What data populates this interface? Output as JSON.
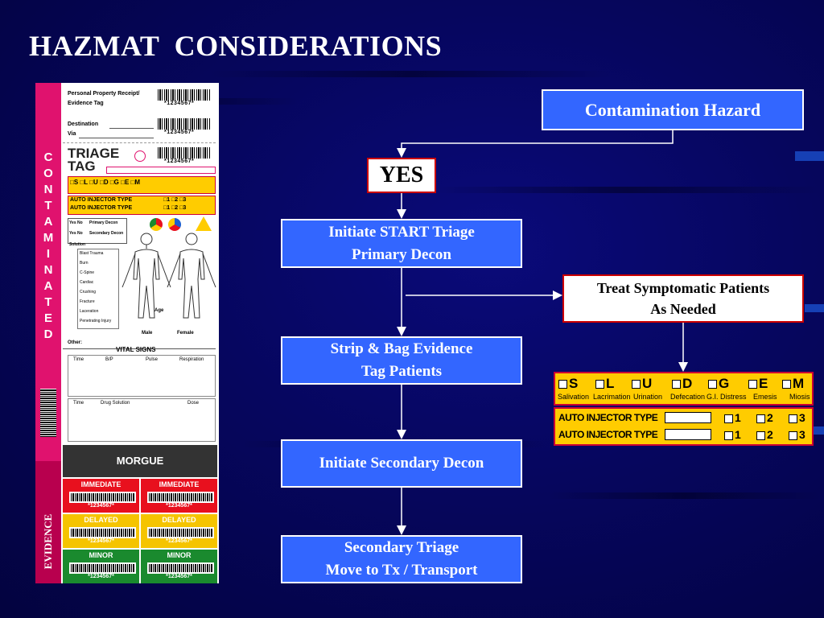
{
  "title": "HAZMAT  CONSIDERATIONS",
  "flow": {
    "contamination": "Contamination Hazard",
    "yes": "YES",
    "step1": [
      "Initiate START Triage",
      "Primary Decon"
    ],
    "step2": [
      "Strip & Bag Evidence",
      "Tag Patients"
    ],
    "step3": "Initiate Secondary Decon",
    "step4": [
      "Secondary Triage",
      "Move to Tx / Transport"
    ],
    "treat": [
      "Treat Symptomatic Patients",
      "As Needed"
    ]
  },
  "symptoms": {
    "items": [
      {
        "letter": "S",
        "label": "Salivation"
      },
      {
        "letter": "L",
        "label": "Lacrimation"
      },
      {
        "letter": "U",
        "label": "Urination"
      },
      {
        "letter": "D",
        "label": "Defecation"
      },
      {
        "letter": "G",
        "label": "G.I. Distress"
      },
      {
        "letter": "E",
        "label": "Emesis"
      },
      {
        "letter": "M",
        "label": "Miosis"
      }
    ],
    "auto_injector_label": "AUTO INJECTOR TYPE",
    "options": [
      "1",
      "2",
      "3"
    ],
    "colors": {
      "panel": "#ffcc00",
      "border": "#cc0033"
    }
  },
  "tag": {
    "contaminated": "CONTAMINATED",
    "evidence": "EVIDENCE",
    "receipt_line1": "Personal Property Receipt/",
    "receipt_line2": "Evidence Tag",
    "barcode_number": "*1234567*",
    "destination": "Destination",
    "via": "Via",
    "triage": "TRIAGE",
    "tag_word": "TAG",
    "symptom_letters": "□S □L □U □D □G □E □M",
    "auto_injector": "AUTO INJECTOR TYPE",
    "injector_options": "□1  □2  □3",
    "yes_no": "Yes  No",
    "primary_decon": "Primary Decon",
    "secondary_decon": "Secondary Decon",
    "solution": "Solution",
    "injuries": [
      "Blast Trauma",
      "Burn",
      "C-Spine",
      "Cardiac",
      "Crushing",
      "Fracture",
      "Laceration",
      "Penetrating Injury"
    ],
    "age": "Age",
    "male": "Male",
    "female": "Female",
    "other": "Other:",
    "vital_signs": "VITAL SIGNS",
    "vital_cols": [
      "Time",
      "B/P",
      "Pulse",
      "Respiration"
    ],
    "drug_cols": [
      "Time",
      "Drug Solution",
      "Dose"
    ],
    "morgue": "MORGUE",
    "immediate": "IMMEDIATE",
    "delayed": "DELAYED",
    "minor": "MINOR",
    "colors": {
      "strip": "#e0126e",
      "immediate": "#e8101e",
      "delayed": "#f5c400",
      "minor": "#1a8a2e",
      "morgue": "#333333"
    }
  },
  "colors": {
    "box_fill": "#3366ff",
    "background": "#06065e"
  }
}
